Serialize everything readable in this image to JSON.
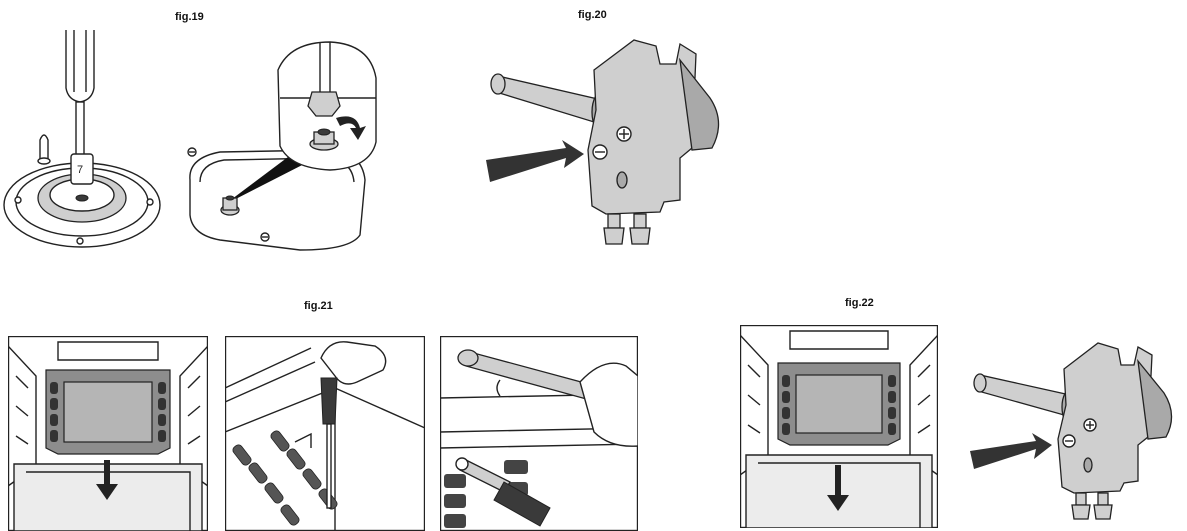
{
  "figures": {
    "fig19": {
      "label": "fig.19",
      "screw_number": "7"
    },
    "fig20": {
      "label": "fig.20"
    },
    "fig21": {
      "label": "fig.21"
    },
    "fig22": {
      "label": "fig.22"
    }
  },
  "colors": {
    "line": "#222222",
    "metal": "#cfcfcf",
    "arrow": "#333333",
    "tray": "#8d8d8d"
  },
  "icons": [
    "screwdriver",
    "burner-cap",
    "gas-tap-valve",
    "arrow",
    "oven-cavity",
    "wrench"
  ]
}
